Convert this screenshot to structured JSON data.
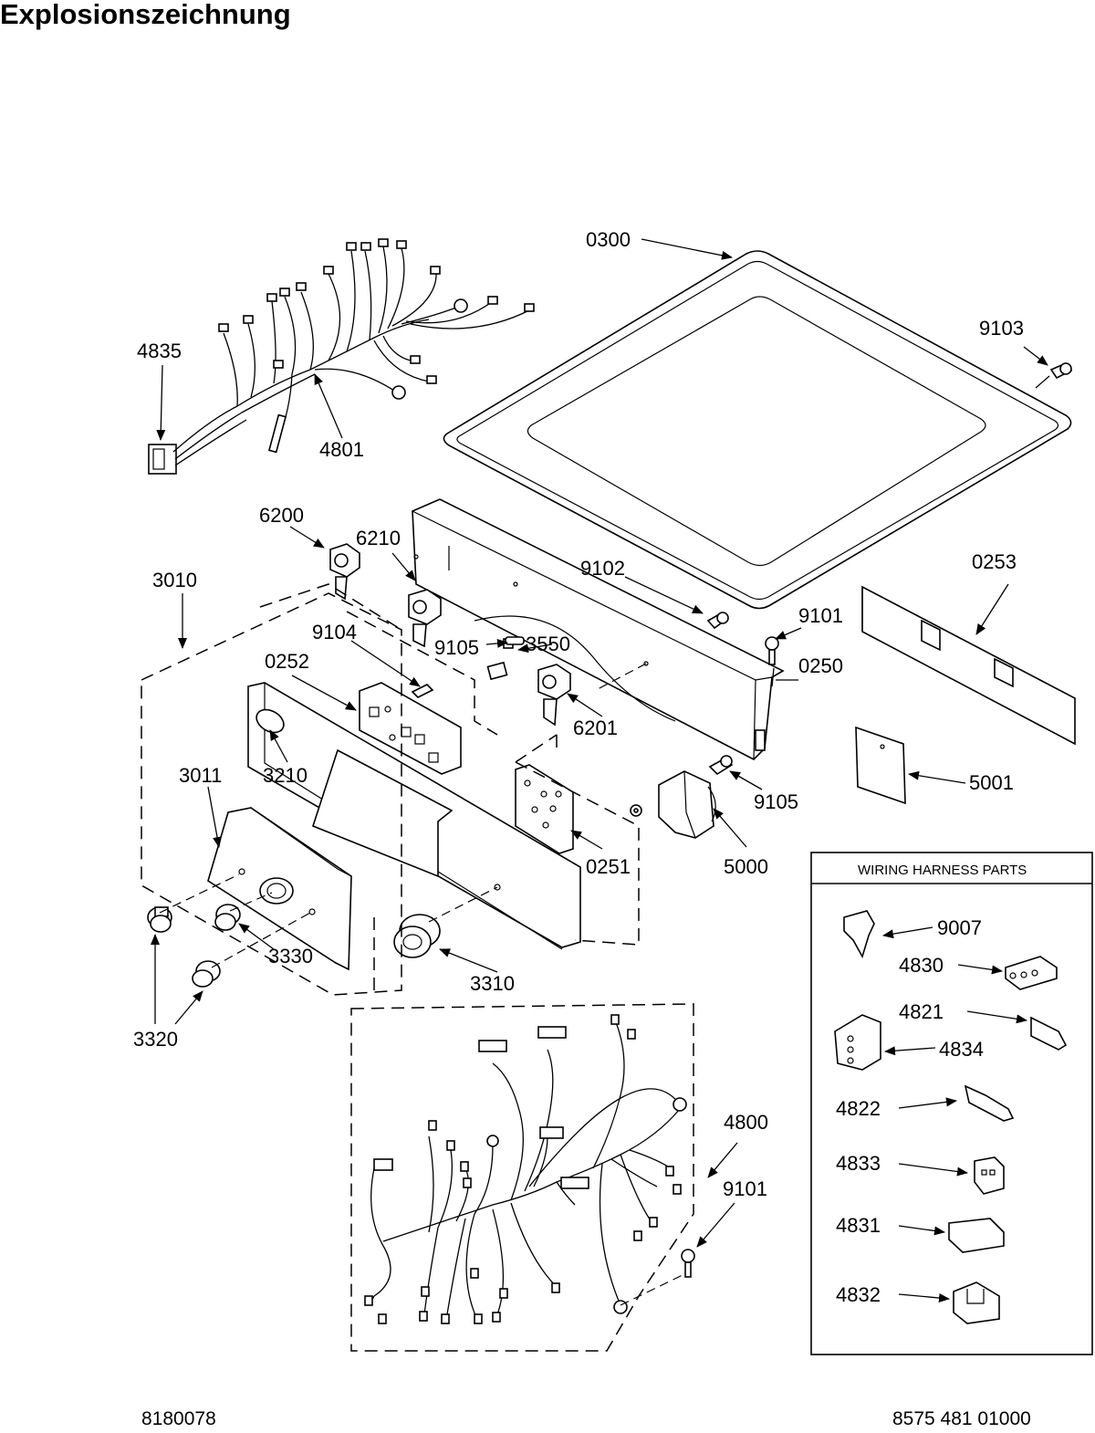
{
  "page": {
    "title": "Explosionszeichnung",
    "footer_left": "8180078",
    "footer_right": "8575 481 01000"
  },
  "inset_box": {
    "title": "WIRING HARNESS PARTS"
  },
  "part_labels": {
    "p0300": "0300",
    "p9103": "9103",
    "p4835": "4835",
    "p4801": "4801",
    "p6200": "6200",
    "p6210": "6210",
    "p9102": "9102",
    "p0253": "0253",
    "p3010": "3010",
    "p9104": "9104",
    "p9105a": "9105",
    "p3550": "3550",
    "p9101a": "9101",
    "p0250": "0250",
    "p0252": "0252",
    "p6201": "6201",
    "p3210": "3210",
    "p3011": "3011",
    "p9105b": "9105",
    "p5001": "5001",
    "p0251": "0251",
    "p5000": "5000",
    "p3330": "3330",
    "p3310": "3310",
    "p3320": "3320",
    "p4800": "4800",
    "p9101b": "9101",
    "p9007": "9007",
    "p4830": "4830",
    "p4821": "4821",
    "p4834": "4834",
    "p4822": "4822",
    "p4833": "4833",
    "p4831": "4831",
    "p4832": "4832"
  }
}
